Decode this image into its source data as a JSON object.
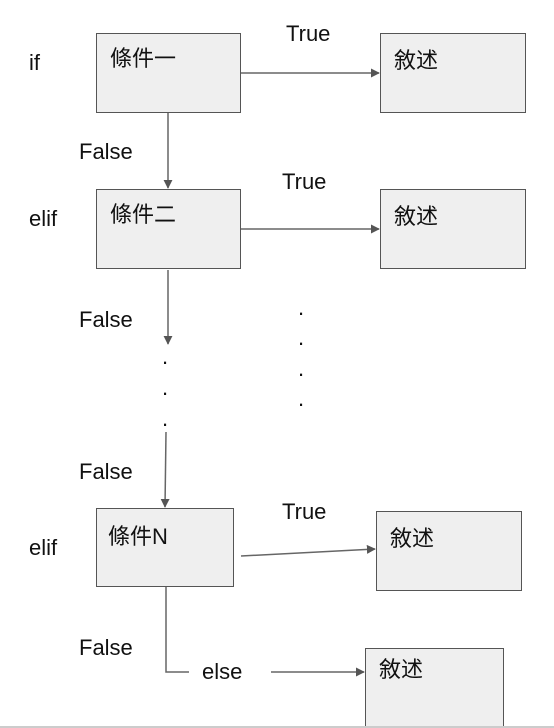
{
  "keywords": {
    "if": "if",
    "elif1": "elif",
    "elif2": "elif",
    "else": "else"
  },
  "conditions": [
    "條件一",
    "條件二",
    "條件N"
  ],
  "statements": [
    "敘述",
    "敘述",
    "敘述",
    "敘述"
  ],
  "edge_labels": {
    "true1": "True",
    "true2": "True",
    "true3": "True",
    "false1": "False",
    "false2": "False",
    "false3": "False",
    "false4": "False"
  },
  "ellipsis_dot": "."
}
